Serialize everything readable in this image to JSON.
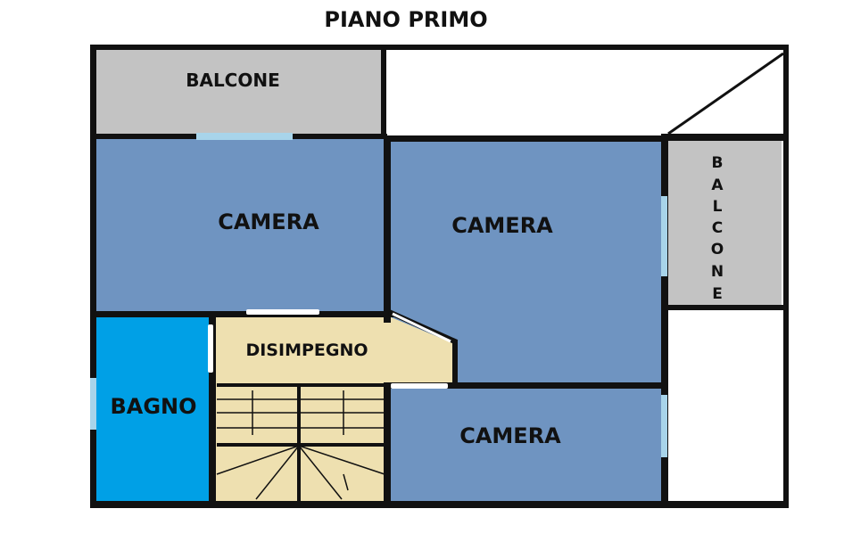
{
  "title": "PIANO PRIMO",
  "rooms": {
    "balcone_top": {
      "label": "BALCONE",
      "color": "#c3c3c3"
    },
    "camera_left": {
      "label": "CAMERA",
      "color": "#6f94c1"
    },
    "camera_right": {
      "label": "CAMERA",
      "color": "#6f94c1"
    },
    "camera_bottom": {
      "label": "CAMERA",
      "color": "#6f94c1"
    },
    "disimpegno": {
      "label": "DISIMPEGNO",
      "color": "#eee0b0"
    },
    "bagno": {
      "label": "BAGNO",
      "color": "#00a0e6"
    },
    "balcone_side": {
      "label": "BALCONE",
      "letters": [
        "B",
        "A",
        "L",
        "C",
        "O",
        "N",
        "E"
      ],
      "color": "#c3c3c3"
    }
  },
  "colors": {
    "wall": "#111111",
    "window": "#a8d4ea",
    "stairs": "#eee0b0"
  }
}
